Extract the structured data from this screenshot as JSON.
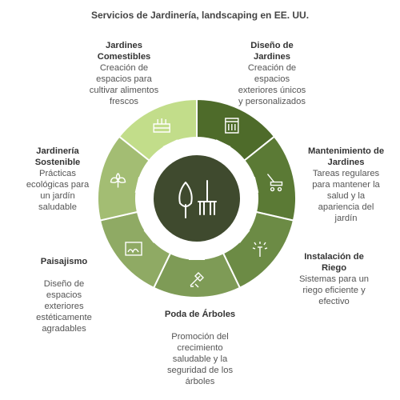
{
  "title": "Servicios de Jardinería, landscaping en EE. UU.",
  "center_icon": "gardening-tools-icon",
  "segments": [
    {
      "key": "diseno",
      "name": "Diseño de\nJardines",
      "desc": "Creación de\nespacios\nexteriores únicos\ny personalizados",
      "icon": "garden-design-book-icon",
      "color": "#4e6b2a"
    },
    {
      "key": "mantenimiento",
      "name": "Mantenimiento de\nJardines",
      "desc": "Tareas regulares\npara mantener la\nsalud y la\napariencia del\njardín",
      "icon": "lawn-mower-icon",
      "color": "#5b7a35"
    },
    {
      "key": "riego",
      "name": "Instalación de\nRiego",
      "desc": "Sistemas para un\nriego eficiente y\nefectivo",
      "icon": "sprinkler-icon",
      "color": "#6c8b45"
    },
    {
      "key": "poda",
      "name": "Poda de Árboles",
      "desc": "Promoción del\ncrecimiento\nsaludable y la\nseguridad de los\nárboles",
      "icon": "axe-icon",
      "color": "#7e9b56"
    },
    {
      "key": "paisajismo",
      "name": "Paisajismo",
      "desc": "Diseño de\nespacios\nexteriores\nestéticamente\nagradables",
      "icon": "landscape-planter-icon",
      "color": "#8faa64"
    },
    {
      "key": "sostenible",
      "name": "Jardinería\nSostenible",
      "desc": "Prácticas\necológicas para\nun jardín\nsaludable",
      "icon": "leaf-icon",
      "color": "#a3bd73"
    },
    {
      "key": "comestibles",
      "name": "Jardines\nComestibles",
      "desc": "Creación de\nespacios para\ncultivar alimentos\nfrescos",
      "icon": "vegetable-crate-icon",
      "color": "#c2dd8a"
    }
  ]
}
